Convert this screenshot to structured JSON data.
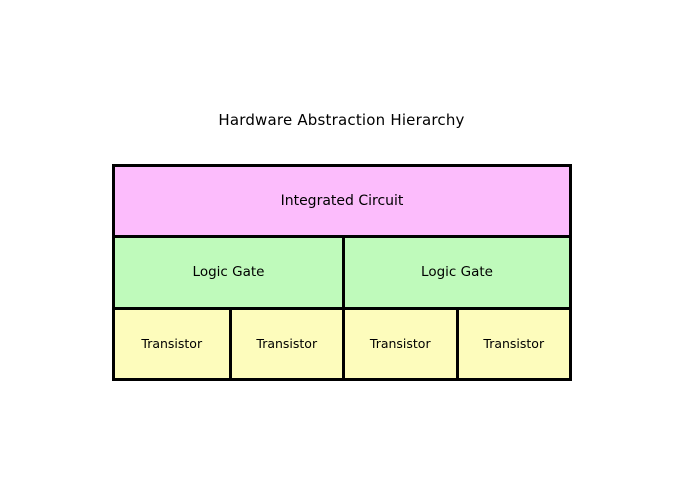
{
  "page": {
    "background_color": "#ffffff",
    "title": "Hardware Abstraction Hierarchy"
  },
  "diagram": {
    "title": "Hardware Abstraction Hierarchy",
    "border_color": "#000000",
    "tiers": [
      {
        "name": "integrated-circuit",
        "fill_color": "#FCBCFC",
        "cells": [
          {
            "label": "Integrated Circuit"
          }
        ]
      },
      {
        "name": "logic-gate",
        "fill_color": "#BFFABB",
        "cells": [
          {
            "label": "Logic Gate"
          },
          {
            "label": "Logic Gate"
          }
        ]
      },
      {
        "name": "transistor",
        "fill_color": "#FDFCBC",
        "cells": [
          {
            "label": "Transistor"
          },
          {
            "label": "Transistor"
          },
          {
            "label": "Transistor"
          },
          {
            "label": "Transistor"
          }
        ]
      }
    ]
  }
}
